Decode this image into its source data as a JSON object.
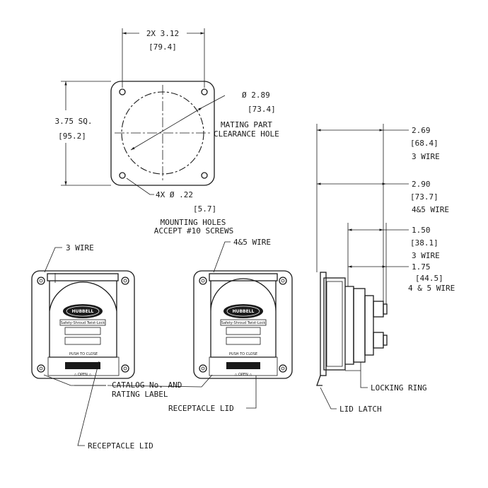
{
  "top_view": {
    "hole_spacing": "2X 3.12",
    "hole_spacing_mm": "[79.4]",
    "square_size": "3.75 SQ.",
    "square_size_mm": "[95.2]",
    "clearance_diameter": "Ø 2.89",
    "clearance_diameter_mm": "[73.4]",
    "clearance_label_1": "MATING PART",
    "clearance_label_2": "CLEARANCE HOLE",
    "mount_hole": "4X Ø .22",
    "mount_hole_mm": "[5.7]",
    "mount_label_1": "MOUNTING HOLES",
    "mount_label_2": "ACCEPT #10 SCREWS"
  },
  "front_views": {
    "left_label": "3 WIRE",
    "middle_label": "4&5 WIRE",
    "brand": "HUBBELL",
    "product_text": "Safety-Shroud Twist-Lock",
    "push_text": "PUSH TO CLOSE",
    "open_text": "△ OPEN △",
    "catalog_label_1": "CATALOG No. AND",
    "catalog_label_2": "RATING LABEL",
    "lid_label_middle": "RECEPTACLE LID",
    "lid_label_bottom": "RECEPTACLE LID"
  },
  "side_view": {
    "dim1": "2.69",
    "dim1_mm": "[68.4]",
    "dim1_note": "3 WIRE",
    "dim2": "2.90",
    "dim2_mm": "[73.7]",
    "dim2_note": "4&5 WIRE",
    "dim3": "1.50",
    "dim3_mm": "[38.1]",
    "dim3_note": "3 WIRE",
    "dim4": "1.75",
    "dim4_mm": "[44.5]",
    "dim4_note": "4 & 5 WIRE",
    "locking_ring": "LOCKING RING",
    "lid_latch": "LID LATCH"
  }
}
